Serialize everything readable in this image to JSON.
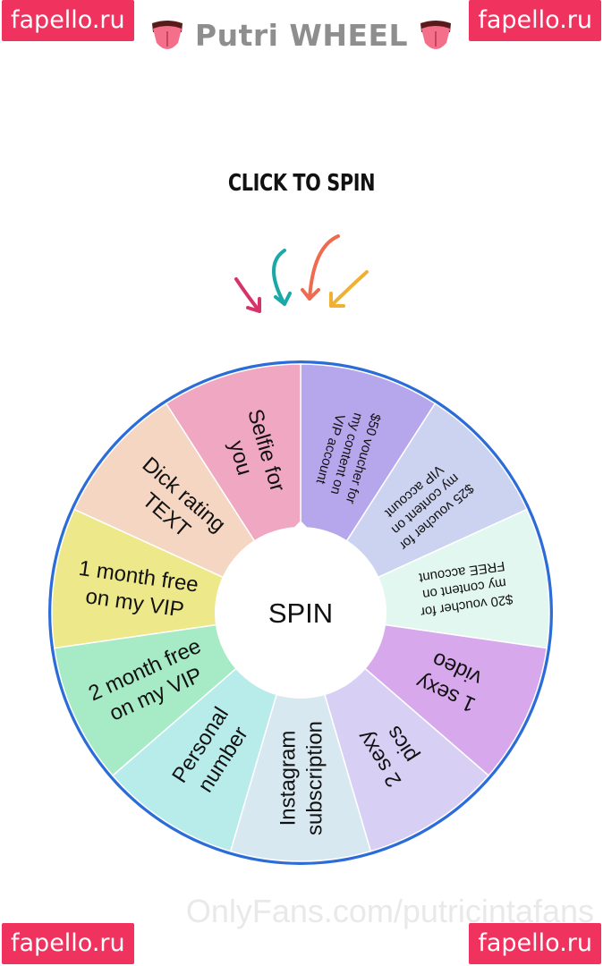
{
  "watermarks": {
    "tl": "fapello.ru",
    "tr": "fapello.ru",
    "bl": "fapello.ru",
    "br": "fapello.ru"
  },
  "header": {
    "title": "Putri WHEEL",
    "emoji": "tongue-emoji"
  },
  "cta": "CLICK TO SPIN",
  "arrow_colors": [
    "#d6336c",
    "#1aa8a8",
    "#f06a4f",
    "#f0b032"
  ],
  "wheel": {
    "center_label": "SPIN",
    "segments": [
      {
        "lines": [
          "$50 voucher for",
          "my content on",
          "VIP account"
        ],
        "color": "#b6a6ec"
      },
      {
        "lines": [
          "$25 voucher for",
          "my content on",
          "VIP account"
        ],
        "color": "#ccd3f1"
      },
      {
        "lines": [
          "$20 voucher for",
          "my content on",
          "FREE account"
        ],
        "color": "#e2f7ef"
      },
      {
        "lines": [
          "1 sexy",
          "video"
        ],
        "color": "#d7a9ec"
      },
      {
        "lines": [
          "2 sexy",
          "pics"
        ],
        "color": "#d8d0f4"
      },
      {
        "lines": [
          "Instagram",
          "subscription"
        ],
        "color": "#d7e8f1"
      },
      {
        "lines": [
          "Personal",
          "number"
        ],
        "color": "#b8eceb"
      },
      {
        "lines": [
          "2 month free",
          "on my VIP"
        ],
        "color": "#a6ebc6"
      },
      {
        "lines": [
          "1 month free",
          "on my VIP"
        ],
        "color": "#ede889"
      },
      {
        "lines": [
          "Dick rating",
          "TEXT"
        ],
        "color": "#f4d6c3"
      },
      {
        "lines": [
          "Selfie for",
          "you"
        ],
        "color": "#f0a7c1"
      }
    ]
  },
  "footer": "OnlyFans.com/putricintafans"
}
